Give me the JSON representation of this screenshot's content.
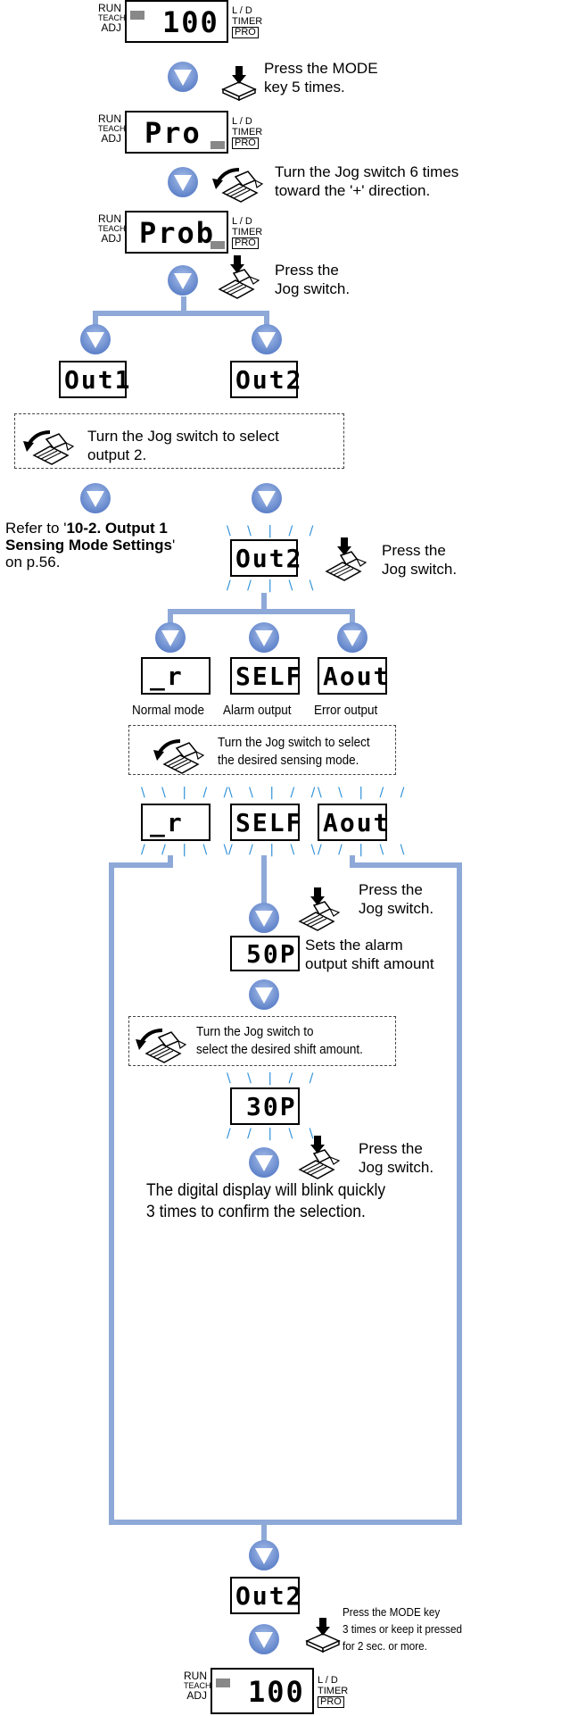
{
  "panel_top": {
    "run": "RUN",
    "teach": "TEACH",
    "adj": "ADJ",
    "display": "100",
    "ld": "L / D",
    "timer": "TIMER",
    "pro": "PRO"
  },
  "step1": "Press the MODE\nkey 5 times.",
  "panel_pro": {
    "run": "RUN",
    "teach": "TEACH",
    "adj": "ADJ",
    "display": "Pro",
    "ld": "L / D",
    "timer": "TIMER",
    "pro": "PRO"
  },
  "step2": "Turn the Jog switch 6 times\ntoward the '+' direction.",
  "panel_prob": {
    "run": "RUN",
    "teach": "TEACH",
    "adj": "ADJ",
    "display": "Prob",
    "ld": "L / D",
    "timer": "TIMER",
    "pro": "PRO"
  },
  "step3": "Press the\nJog switch.",
  "out1_display": "Out1",
  "out2_display": "Out2",
  "select_output_note": "Turn the Jog switch to select\noutput 2.",
  "refer": {
    "prefix": "Refer to '",
    "bold": "10-2. Output 1\nSensing Mode Settings",
    "suffix": "'\non p.56."
  },
  "out2_blink_display": "Out2",
  "step4": "Press the\nJog switch.",
  "modes": [
    {
      "display": "_r",
      "label": "Normal mode"
    },
    {
      "display": "SELF",
      "label": "Alarm output"
    },
    {
      "display": "Aout",
      "label": "Error output"
    }
  ],
  "select_mode_note": "Turn the Jog switch to select\nthe desired sensing mode.",
  "step5": "Press the\nJog switch.",
  "shift_display": "50P",
  "shift_label": "Sets the alarm\noutput shift amount",
  "select_shift_note": "Turn the Jog switch to\nselect the desired shift amount.",
  "shift_new_display": "30P",
  "step6": "Press the\nJog switch.",
  "confirm_note": "The digital display will blink quickly\n3 times to confirm the selection.",
  "out2_final_display": "Out2",
  "step7": "Press the MODE key\n3 times or keep it pressed\nfor 2 sec. or more.",
  "panel_bottom": {
    "run": "RUN",
    "teach": "TEACH",
    "adj": "ADJ",
    "display": "100",
    "ld": "L / D",
    "timer": "TIMER",
    "pro": "PRO"
  },
  "colors": {
    "flow": "#8ea9d8",
    "arrow": "#5b7fc7",
    "blink": "#2b8fd8"
  },
  "rays_top": "\\ \\ | / /",
  "rays_bottom": "/ / | \\ \\"
}
